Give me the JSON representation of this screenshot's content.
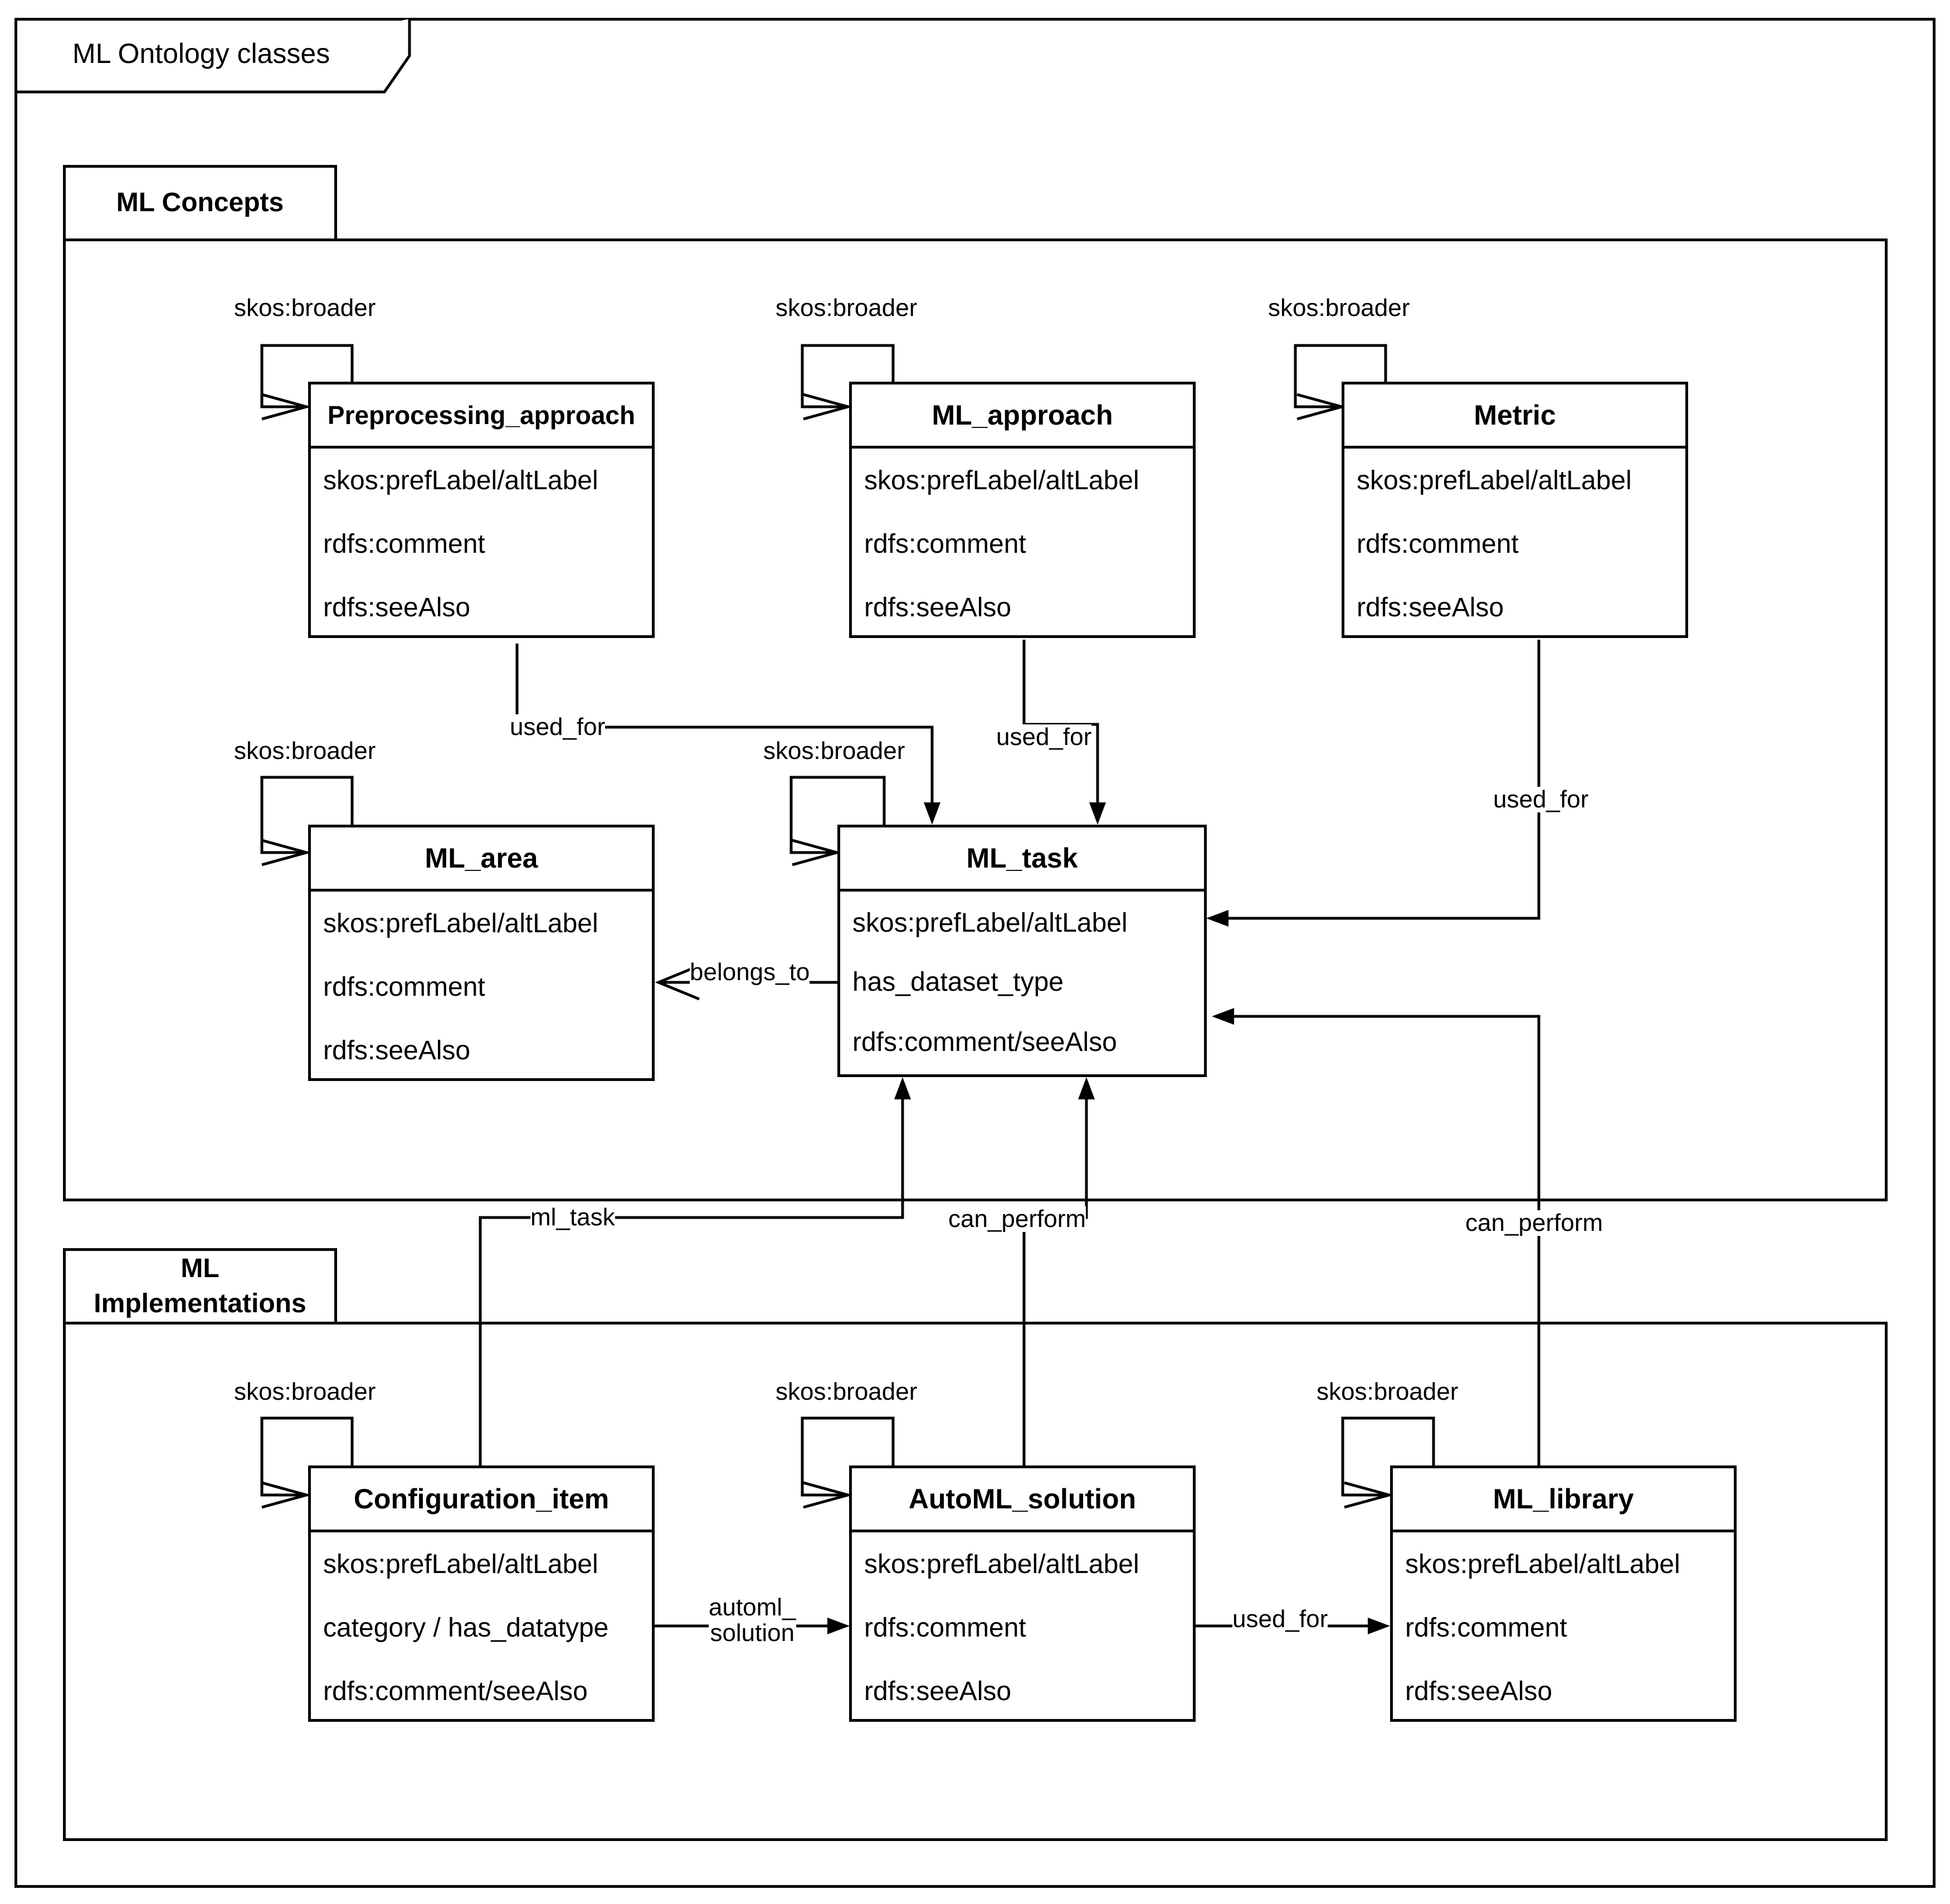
{
  "outer_title": "ML Ontology classes",
  "packages": {
    "concepts": "ML Concepts",
    "implementations_line1": "ML",
    "implementations_line2": "Implementations"
  },
  "classes": {
    "preprocessing": {
      "name": "Preprocessing_approach",
      "attrs": [
        "skos:prefLabel/altLabel",
        "rdfs:comment",
        "rdfs:seeAlso"
      ]
    },
    "ml_approach": {
      "name": "ML_approach",
      "attrs": [
        "skos:prefLabel/altLabel",
        "rdfs:comment",
        "rdfs:seeAlso"
      ]
    },
    "metric": {
      "name": "Metric",
      "attrs": [
        "skos:prefLabel/altLabel",
        "rdfs:comment",
        "rdfs:seeAlso"
      ]
    },
    "ml_area": {
      "name": "ML_area",
      "attrs": [
        "skos:prefLabel/altLabel",
        "rdfs:comment",
        "rdfs:seeAlso"
      ]
    },
    "ml_task": {
      "name": "ML_task",
      "attrs": [
        "skos:prefLabel/altLabel",
        "has_dataset_type",
        "rdfs:comment/seeAlso"
      ]
    },
    "configuration_item": {
      "name": "Configuration_item",
      "attrs": [
        "skos:prefLabel/altLabel",
        "category / has_datatype",
        "rdfs:comment/seeAlso"
      ]
    },
    "automl_solution": {
      "name": "AutoML_solution",
      "attrs": [
        "skos:prefLabel/altLabel",
        "rdfs:comment",
        "rdfs:seeAlso"
      ]
    },
    "ml_library": {
      "name": "ML_library",
      "attrs": [
        "skos:prefLabel/altLabel",
        "rdfs:comment",
        "rdfs:seeAlso"
      ]
    }
  },
  "edge_labels": {
    "skos_broader": "skos:broader",
    "used_for": "used_for",
    "belongs_to": "belongs_to",
    "ml_task": "ml_task",
    "can_perform": "can_perform",
    "automl_line1": "automl_",
    "automl_line2": "solution"
  }
}
